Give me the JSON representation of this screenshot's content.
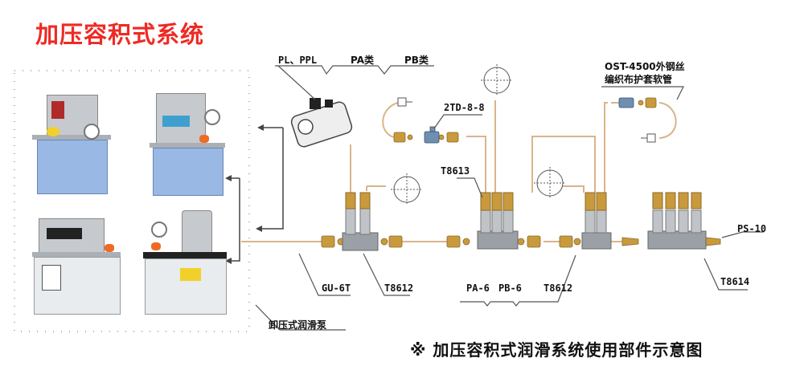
{
  "title": "加压容积式系统",
  "caption": "※ 加压容积式润滑系统使用部件示意图",
  "labels": {
    "pl_ppl": "PL、PPL",
    "pa_class": "PA类",
    "pb_class": "PB类",
    "td": "2TD-8-8",
    "ost_line1": "OST-4500外钢丝",
    "ost_line2": "编织布护套软管",
    "t8613": "T8613",
    "gu6t": "GU-6T",
    "t8612_a": "T8612",
    "pa6": "PA-6",
    "pb6": "PB-6",
    "t8612_b": "T8612",
    "ps10": "PS-10",
    "t8614": "T8614",
    "pump_group": "卸压式润滑泵"
  },
  "colors": {
    "title": "#ee2a24",
    "pipe": "#d9b48a",
    "leader": "#555555",
    "brass": "#c99a3c",
    "steel": "#9aa0a6",
    "tank_blue": "#8fb1e0"
  },
  "pumps": [
    {
      "name": "pump-blue-digital",
      "type": "blue-tank"
    },
    {
      "name": "pump-blue-lcd",
      "type": "blue-tank"
    },
    {
      "name": "pump-clear-display",
      "type": "clear-tank"
    },
    {
      "name": "pump-motor",
      "type": "motor"
    }
  ]
}
